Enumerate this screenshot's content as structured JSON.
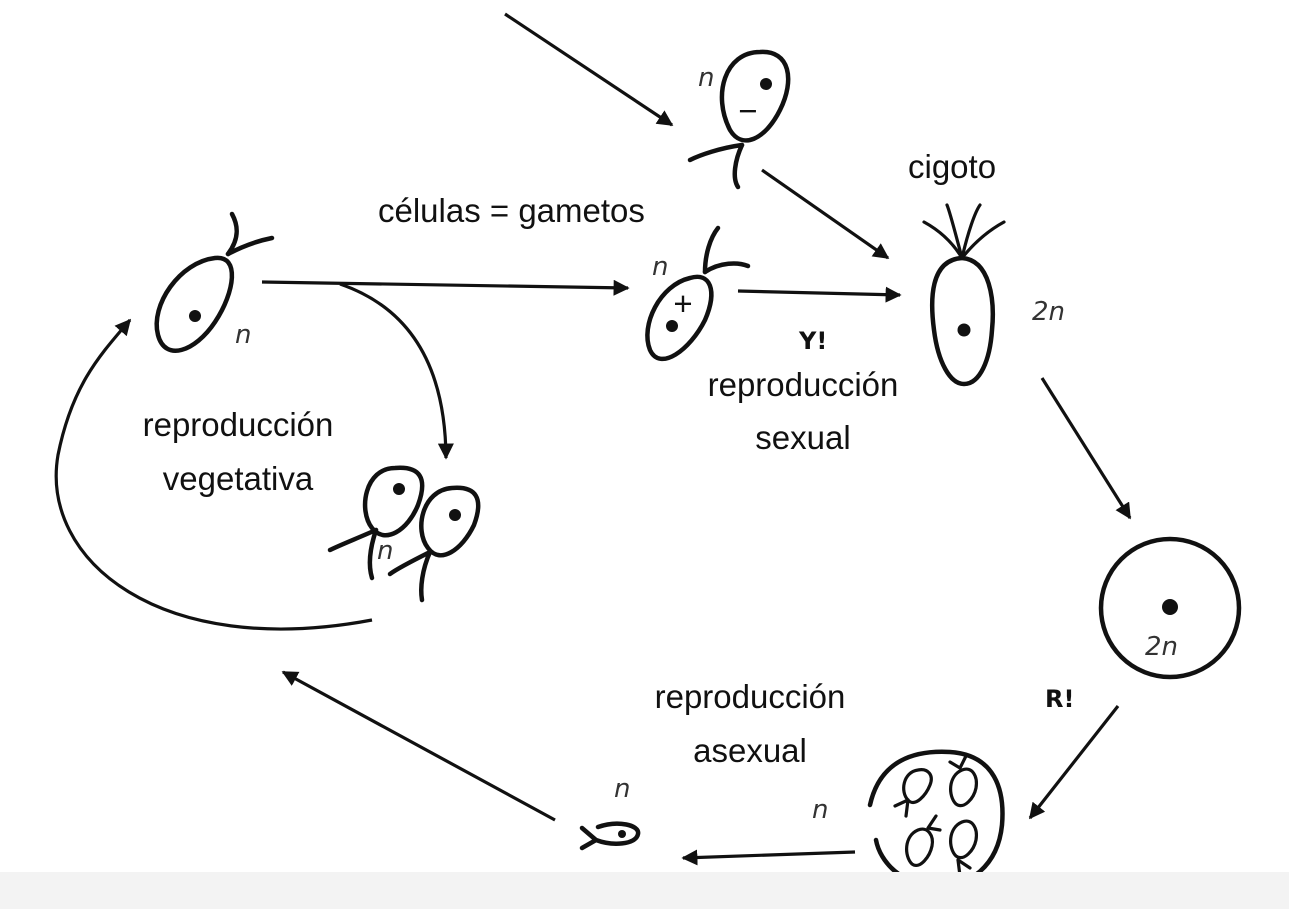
{
  "colors": {
    "ink": "#111111",
    "background": "#ffffff"
  },
  "labels": {
    "gametes": "células = gametos",
    "zygote": "cigoto",
    "sexual_line1": "reproducción",
    "sexual_line2": "sexual",
    "vegetative_line1": "reproducción",
    "vegetative_line2": "vegetativa",
    "asexual_line1": "reproducción",
    "asexual_line2": "asexual",
    "fusion_marker": "Y!",
    "meiosis_marker": "R!",
    "minus_sign": "−",
    "plus_sign": "+"
  },
  "ploidy": {
    "gamete_minus": "n",
    "gamete_plus": "n",
    "parent_cell": "n",
    "daughter_cells": "n",
    "zygote": "2n",
    "resting_zygote": "2n",
    "zoospores": "n",
    "released_spore": "n"
  }
}
